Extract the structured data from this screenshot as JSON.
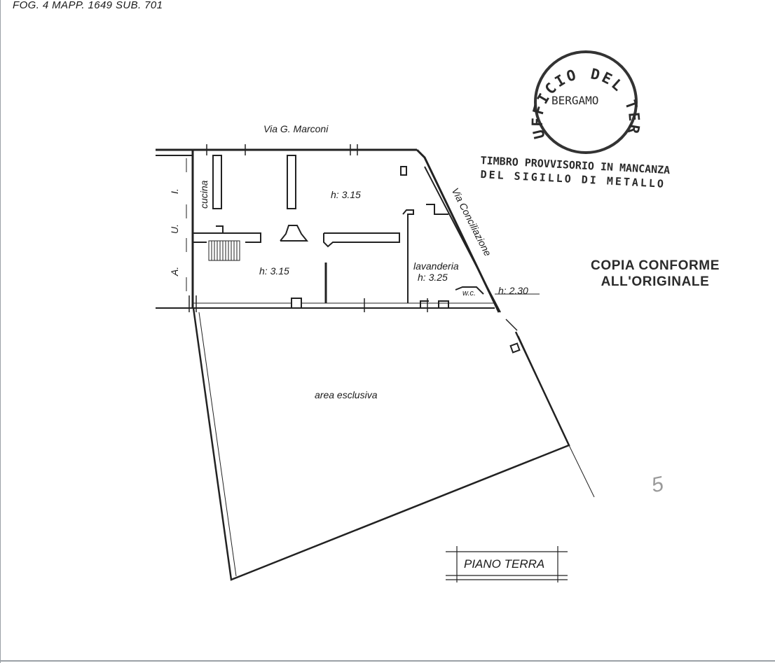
{
  "header": {
    "cadastral_ref": "FOG. 4  MAPP. 1649  SUB. 701"
  },
  "streets": {
    "north": "Via G. Marconi",
    "east": "Via Conciliazione",
    "west_letters": [
      "A.",
      "U.",
      "I."
    ]
  },
  "rooms": {
    "cucina": "cucina",
    "main_height": "h: 3.15",
    "lower_height": "h: 3.15",
    "lavanderia": "lavanderia",
    "lavanderia_height": "h: 3.25",
    "wc": "w.c.",
    "wc_height": "h: 2.30",
    "exterior": "area esclusiva"
  },
  "stamps": {
    "seal_ring": "UFFICIO DEL TERRITORIO",
    "seal_city": "BERGAMO",
    "provisional_line1": "TIMBRO PROVVISORIO IN MANCANZA",
    "provisional_line2": "DEL SIGILLO DI METALLO",
    "copy_line1": "COPIA CONFORME",
    "copy_line2": "ALL'ORIGINALE"
  },
  "title_block": {
    "floor": "PIANO TERRA"
  },
  "margin_note": "5"
}
